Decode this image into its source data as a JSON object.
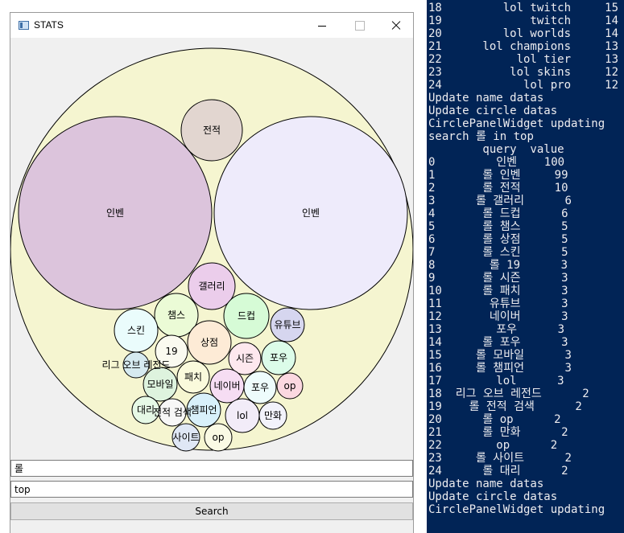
{
  "window": {
    "title": "STATS"
  },
  "visualization": {
    "outer": "",
    "bubbles": [
      {
        "label": "전적",
        "color": "#e2d6d0"
      },
      {
        "label": "인벤",
        "color": "#dcc4dc"
      },
      {
        "label": "인벤",
        "color": "#eeebfb"
      },
      {
        "label": "갤러리",
        "color": "#ebcdeb"
      },
      {
        "label": "챔스",
        "color": "#ebfbd6"
      },
      {
        "label": "드컵",
        "color": "#d6fbd6"
      },
      {
        "label": "유튜브",
        "color": "#d6d6ef"
      },
      {
        "label": "스킨",
        "color": "#eafcfc"
      },
      {
        "label": "상점",
        "color": "#fdebd6"
      },
      {
        "label": "19",
        "color": "#fafaf0"
      },
      {
        "label": "시즌",
        "color": "#fde8ee"
      },
      {
        "label": "포우",
        "color": "#dcfce9"
      },
      {
        "label": "리그 오브 레전드",
        "color": "#d6eaf0"
      },
      {
        "label": "패치",
        "color": "#fafadc"
      },
      {
        "label": "모바일",
        "color": "#def3de"
      },
      {
        "label": "네이버",
        "color": "#f6ddf3"
      },
      {
        "label": "포우",
        "color": "#eefcfc"
      },
      {
        "label": "op",
        "color": "#fbd8e0"
      },
      {
        "label": "챔피언",
        "color": "#d8f0fa"
      },
      {
        "label": "대리",
        "color": "#e6f9e6"
      },
      {
        "label": "전적 검색",
        "color": "#f7f7f7"
      },
      {
        "label": "lol",
        "color": "#f2ecf8"
      },
      {
        "label": "만화",
        "color": "#f2f2fb"
      },
      {
        "label": "사이트",
        "color": "#dfe7f5"
      },
      {
        "label": "op",
        "color": "#fafae4"
      }
    ]
  },
  "inputs": {
    "query_value": "롤",
    "sort_value": "top"
  },
  "search_button_label": "Search",
  "console": {
    "lines": [
      "18         lol twitch     15",
      "19             twitch     14",
      "20         lol worlds     14",
      "21      lol champions     13",
      "22           lol tier     13",
      "23          lol skins     12",
      "24            lol pro     12",
      "Update name datas",
      "Update circle datas",
      "CirclePanelWidget updating",
      "search 롤 in top",
      "        query  value",
      "0         인벤    100",
      "1       롤 인벤     99",
      "2       롤 전적     10",
      "3      롤 갤러리      6",
      "4       롤 드컵      6",
      "5       롤 챔스      5",
      "6       롤 상점      5",
      "7       롤 스킨      5",
      "8        롤 19      3",
      "9       롤 시즌      3",
      "10      롤 패치      3",
      "11       유튜브      3",
      "12       네이버      3",
      "13        포우      3",
      "14      롤 포우      3",
      "15     롤 모바일      3",
      "16     롤 챔피언      3",
      "17        lol      3",
      "18  리그 오브 레전드      2",
      "19    롤 전적 검색      2",
      "20      롤 op      2",
      "21      롤 만화      2",
      "22        op      2",
      "23     롤 사이트      2",
      "24      롤 대리      2",
      "Update name datas",
      "Update circle datas",
      "CirclePanelWidget updating"
    ]
  }
}
